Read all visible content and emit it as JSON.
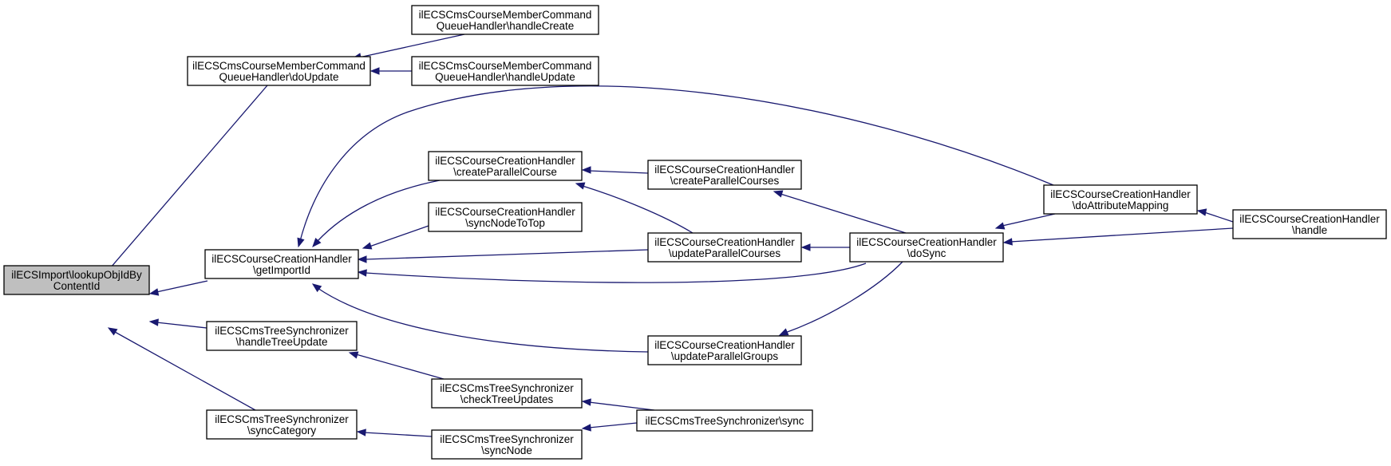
{
  "diagram": {
    "type": "call-graph",
    "colors": {
      "edge": "#191970",
      "root_fill": "#bfbfbf",
      "node_fill": "#ffffff",
      "border": "#000000"
    },
    "nodes": [
      {
        "id": "root",
        "lines": [
          "ilECSImport\\lookupObjIdBy",
          "ContentId"
        ],
        "highlighted": true
      },
      {
        "id": "mem_doUpdate",
        "lines": [
          "ilECSCmsCourseMemberCommand",
          "QueueHandler\\doUpdate"
        ]
      },
      {
        "id": "mem_handleCreate",
        "lines": [
          "ilECSCmsCourseMemberCommand",
          "QueueHandler\\handleCreate"
        ]
      },
      {
        "id": "mem_handleUpdate",
        "lines": [
          "ilECSCmsCourseMemberCommand",
          "QueueHandler\\handleUpdate"
        ]
      },
      {
        "id": "getImportId",
        "lines": [
          "ilECSCourseCreationHandler",
          "\\getImportId"
        ]
      },
      {
        "id": "createParallelCourse",
        "lines": [
          "ilECSCourseCreationHandler",
          "\\createParallelCourse"
        ]
      },
      {
        "id": "syncNodeToTop",
        "lines": [
          "ilECSCourseCreationHandler",
          "\\syncNodeToTop"
        ]
      },
      {
        "id": "createParallelCourses",
        "lines": [
          "ilECSCourseCreationHandler",
          "\\createParallelCourses"
        ]
      },
      {
        "id": "updateParallelCourses",
        "lines": [
          "ilECSCourseCreationHandler",
          "\\updateParallelCourses"
        ]
      },
      {
        "id": "updateParallelGroups",
        "lines": [
          "ilECSCourseCreationHandler",
          "\\updateParallelGroups"
        ]
      },
      {
        "id": "doSync",
        "lines": [
          "ilECSCourseCreationHandler",
          "\\doSync"
        ]
      },
      {
        "id": "doAttributeMapping",
        "lines": [
          "ilECSCourseCreationHandler",
          "\\doAttributeMapping"
        ]
      },
      {
        "id": "handle",
        "lines": [
          "ilECSCourseCreationHandler",
          "\\handle"
        ]
      },
      {
        "id": "handleTreeUpdate",
        "lines": [
          "ilECSCmsTreeSynchronizer",
          "\\handleTreeUpdate"
        ]
      },
      {
        "id": "checkTreeUpdates",
        "lines": [
          "ilECSCmsTreeSynchronizer",
          "\\checkTreeUpdates"
        ]
      },
      {
        "id": "syncCategory",
        "lines": [
          "ilECSCmsTreeSynchronizer",
          "\\syncCategory"
        ]
      },
      {
        "id": "syncNode",
        "lines": [
          "ilECSCmsTreeSynchronizer",
          "\\syncNode"
        ]
      },
      {
        "id": "sync",
        "lines": [
          "ilECSCmsTreeSynchronizer\\sync"
        ]
      }
    ],
    "edges": [
      {
        "from": "mem_doUpdate",
        "to": "root"
      },
      {
        "from": "getImportId",
        "to": "root"
      },
      {
        "from": "handleTreeUpdate",
        "to": "root"
      },
      {
        "from": "syncCategory",
        "to": "root"
      },
      {
        "from": "mem_handleCreate",
        "to": "mem_doUpdate"
      },
      {
        "from": "mem_handleUpdate",
        "to": "mem_doUpdate"
      },
      {
        "from": "createParallelCourse",
        "to": "getImportId"
      },
      {
        "from": "syncNodeToTop",
        "to": "getImportId"
      },
      {
        "from": "updateParallelCourses",
        "to": "getImportId"
      },
      {
        "from": "doSync",
        "to": "getImportId"
      },
      {
        "from": "updateParallelGroups",
        "to": "getImportId"
      },
      {
        "from": "doAttributeMapping",
        "to": "getImportId"
      },
      {
        "from": "createParallelCourses",
        "to": "createParallelCourse"
      },
      {
        "from": "updateParallelCourses",
        "to": "createParallelCourse"
      },
      {
        "from": "doSync",
        "to": "createParallelCourses"
      },
      {
        "from": "doSync",
        "to": "updateParallelCourses"
      },
      {
        "from": "doSync",
        "to": "updateParallelGroups"
      },
      {
        "from": "doAttributeMapping",
        "to": "doSync"
      },
      {
        "from": "handle",
        "to": "doSync"
      },
      {
        "from": "handle",
        "to": "doAttributeMapping"
      },
      {
        "from": "checkTreeUpdates",
        "to": "handleTreeUpdate"
      },
      {
        "from": "syncNode",
        "to": "syncCategory"
      },
      {
        "from": "sync",
        "to": "checkTreeUpdates"
      },
      {
        "from": "sync",
        "to": "syncNode"
      }
    ]
  }
}
